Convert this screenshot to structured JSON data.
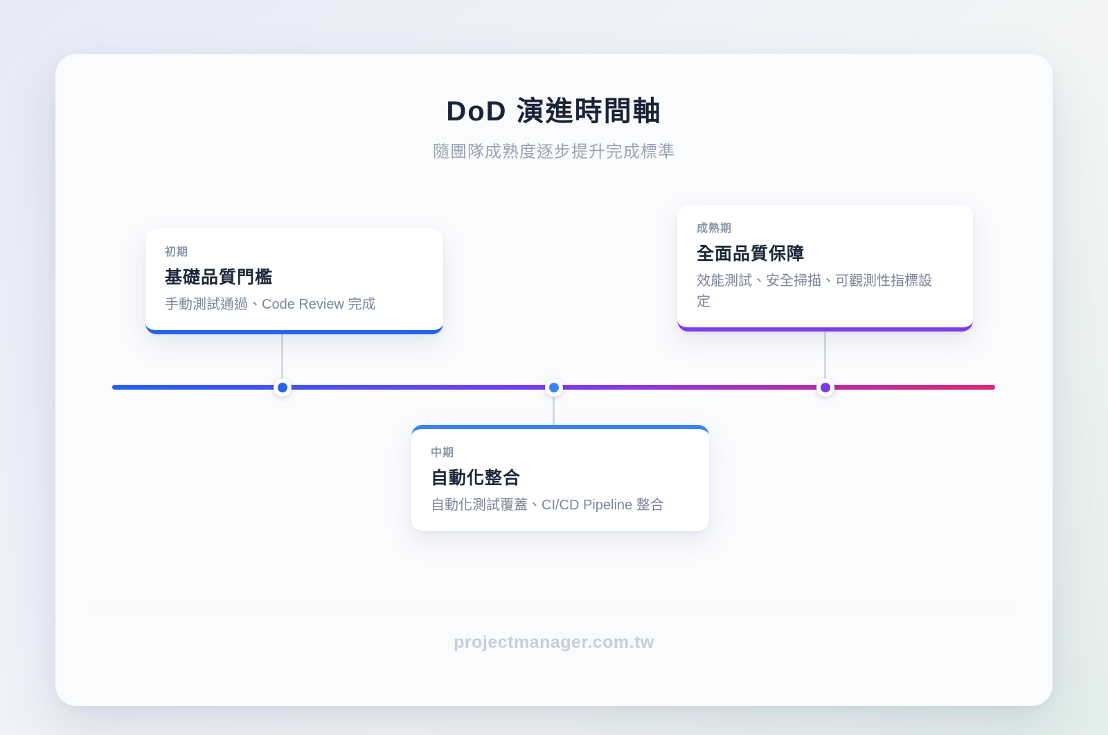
{
  "page": {
    "title": "DoD 演進時間軸",
    "subtitle": "隨團隊成熟度逐步提升完成標準",
    "footer": "projectmanager.com.tw"
  },
  "timeline": {
    "track_gradient_css": "linear-gradient(90deg, #2563eb 0%, #7c3aed 52%, #db2777 100%)",
    "track_colors": [
      "#2563eb",
      "#7c3aed",
      "#db2777"
    ],
    "stages": [
      {
        "phase": "初期",
        "title": "基礎品質門檻",
        "description": "手動測試通過、Code Review 完成",
        "accent_color": "#2563eb",
        "card_position": "above-line"
      },
      {
        "phase": "中期",
        "title": "自動化整合",
        "description": "自動化測試覆蓋、CI/CD Pipeline 整合",
        "accent_color": "#3b82f6",
        "card_position": "below-line"
      },
      {
        "phase": "成熟期",
        "title": "全面品質保障",
        "description": "效能測試、安全掃描、可觀測性指標設定",
        "accent_color": "#7c3aed",
        "card_position": "above-line"
      }
    ]
  }
}
